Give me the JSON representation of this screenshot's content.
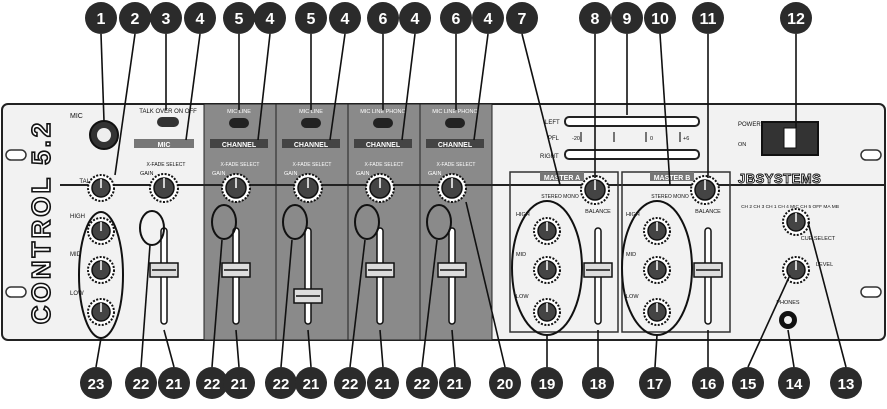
{
  "callouts_top": [
    "1",
    "2",
    "3",
    "4",
    "5",
    "4",
    "5",
    "4",
    "6",
    "4",
    "6",
    "4",
    "7",
    "8",
    "9",
    "10",
    "11",
    "12"
  ],
  "callouts_bottom": [
    "23",
    "22",
    "21",
    "22",
    "21",
    "22",
    "21",
    "22",
    "21",
    "22",
    "21",
    "20",
    "19",
    "18",
    "17",
    "16",
    "15",
    "14",
    "13"
  ],
  "brand": "JBSYSTEMS",
  "model": "CONTROL 5.2",
  "mic_panel": {
    "mic": "MIC",
    "talkover": "TALK OVER",
    "ch_label": "MIC",
    "talkover_switch": "TALK OVER ON  OFF",
    "high": "HIGH",
    "mid": "MID",
    "low": "LOW"
  },
  "channel_label": "CHANNEL",
  "source_labels": [
    "MIC LINE",
    "MIC LINE",
    "MIC LINE PHONO",
    "MIC LINE PHONO"
  ],
  "gain": "GAIN",
  "cf_assign": "X-FADE SELECT",
  "master_a": "MASTER A",
  "master_b": "MASTER B",
  "stereo_mono": "STEREO  MONO",
  "balance": "BALANCE",
  "eq": {
    "high": "HIGH",
    "mid": "MID",
    "low": "LOW"
  },
  "vu": {
    "left": "LEFT",
    "right": "RIGHT",
    "pfl": "PFL",
    "m20": "-20",
    "zero": "0",
    "p6": "+6"
  },
  "power": {
    "label": "POWER",
    "on": "ON"
  },
  "cue": {
    "select": "CUE SELECT",
    "level": "LEVEL",
    "phones": "PHONES",
    "opts": "CH 2  CH 3  CH 1  CH 4  MIC  CH 5  OFF  MA  MB"
  }
}
